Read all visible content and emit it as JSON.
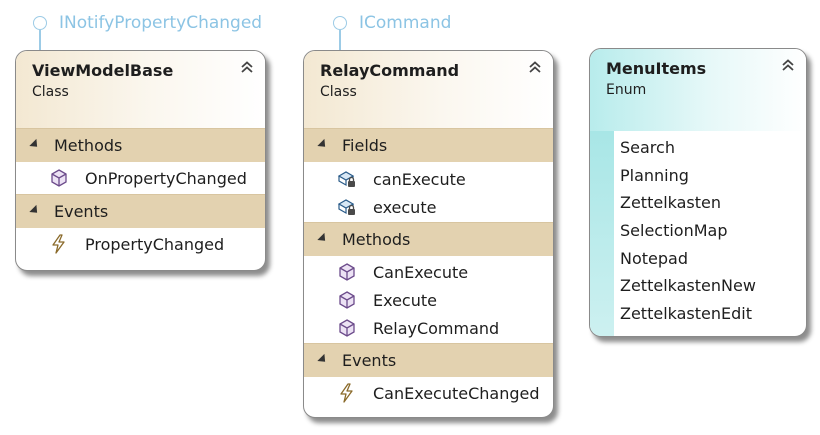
{
  "interfaces": [
    {
      "name": "INotifyPropertyChanged"
    },
    {
      "name": "ICommand"
    }
  ],
  "shapes": [
    {
      "name": "ViewModelBase",
      "kind": "Class",
      "compartments": [
        {
          "title": "Methods",
          "members": [
            {
              "name": "OnPropertyChanged",
              "icon": "method-icon"
            }
          ]
        },
        {
          "title": "Events",
          "members": [
            {
              "name": "PropertyChanged",
              "icon": "event-icon"
            }
          ]
        }
      ]
    },
    {
      "name": "RelayCommand",
      "kind": "Class",
      "compartments": [
        {
          "title": "Fields",
          "members": [
            {
              "name": "canExecute",
              "icon": "private-field-icon"
            },
            {
              "name": "execute",
              "icon": "private-field-icon"
            }
          ]
        },
        {
          "title": "Methods",
          "members": [
            {
              "name": "CanExecute",
              "icon": "method-icon"
            },
            {
              "name": "Execute",
              "icon": "method-icon"
            },
            {
              "name": "RelayCommand",
              "icon": "method-icon"
            }
          ]
        },
        {
          "title": "Events",
          "members": [
            {
              "name": "CanExecuteChanged",
              "icon": "event-icon"
            }
          ]
        }
      ]
    },
    {
      "name": "MenuItems",
      "kind": "Enum",
      "values": [
        "Search",
        "Planning",
        "Zettelkasten",
        "SelectionMap",
        "Notepad",
        "ZettelkastenNew",
        "ZettelkastenEdit"
      ]
    }
  ],
  "colors": {
    "class_header": "#f3e8d2",
    "enum_header": "#b8ecec",
    "compartment": "#e3d2b0",
    "interface_line": "#9ccbe6",
    "interface_text": "#8cc4e4"
  }
}
